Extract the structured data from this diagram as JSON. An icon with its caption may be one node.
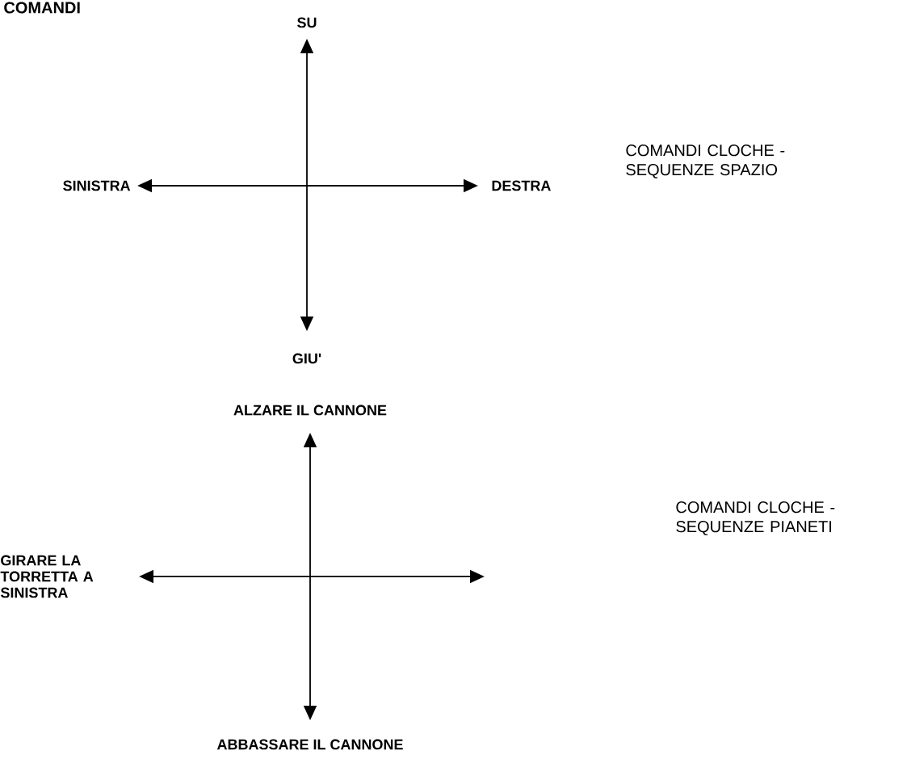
{
  "diagram": {
    "title": "COMANDI",
    "labels": [
      "SU",
      "SINISTRA",
      "DESTRA",
      "COMANDI CLOCHE - SEQUENZE SPAZIO",
      "GIU'",
      "ALZARE IL CANNONE",
      "COMANDI CLOCHE - SEQUENZE PIANETI",
      "GIRARE LA TORRETTA A SINISTRA",
      "ABBASSARE IL CANNONE"
    ]
  }
}
